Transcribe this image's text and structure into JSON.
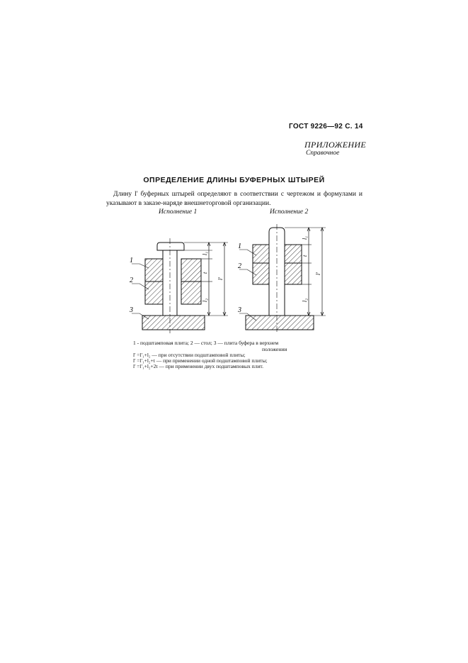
{
  "header": {
    "code": "ГОСТ 9226—92 С. 14",
    "appendix": "ПРИЛОЖЕНИЕ",
    "appendix_sub": "Справочное"
  },
  "title": "ОПРЕДЕЛЕНИЕ ДЛИНЫ БУФЕРНЫХ ШТЫРЕЙ",
  "paragraph": "Длину l' буферных штырей определяют в соответствии с чертежом и формулами и указывают в заказе-наряде внешнеторговой организации.",
  "figure": {
    "variant1": "Исполнение 1",
    "variant2": "Исполнение 2",
    "labels": {
      "n1": "1",
      "n2": "2",
      "n3": "3",
      "l1": "l₁",
      "t": "t",
      "l2": "l₂",
      "lprime": "l'"
    }
  },
  "legend": {
    "line1": "1 - подштамповая плита; 2 — стол; 3 — плита буфера в верхнем",
    "line1b": "положении",
    "line2": "l' =l'₁+l₂ — при отсутствии подштамповой плиты;",
    "line3": "l' =l'₁+l₂+t — при применении одной подштамповой плиты;",
    "line4": "l' =l'₁+l₂+2t — при применении двух подштамповых плит."
  }
}
